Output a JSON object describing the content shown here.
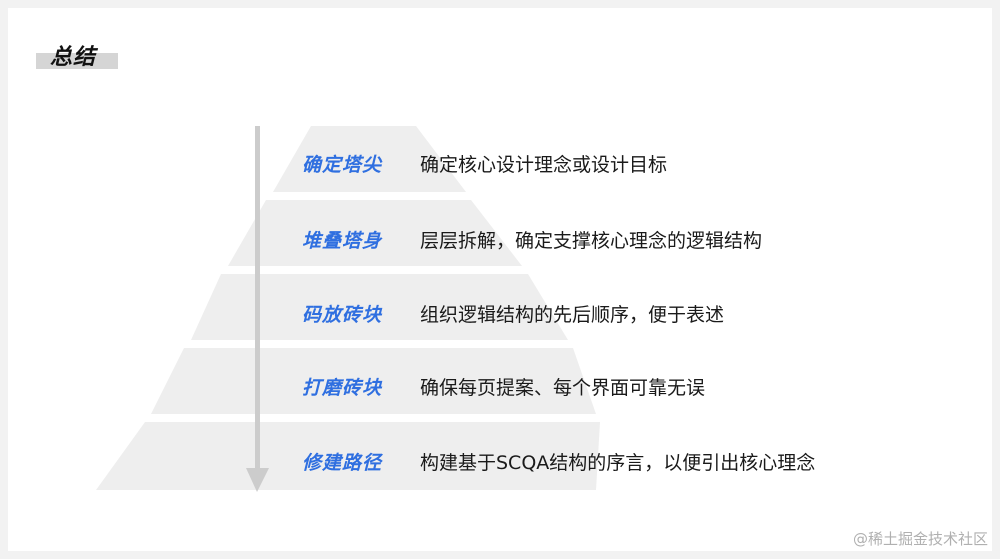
{
  "title": "总结",
  "levels": [
    {
      "label": "确定塔尖",
      "desc": "确定核心设计理念或设计目标"
    },
    {
      "label": "堆叠塔身",
      "desc": "层层拆解，确定支撑核心理念的逻辑结构"
    },
    {
      "label": "码放砖块",
      "desc": "组织逻辑结构的先后顺序，便于表述"
    },
    {
      "label": "打磨砖块",
      "desc": "确保每页提案、每个界面可靠无误"
    },
    {
      "label": "修建路径",
      "desc": "构建基于SCQA结构的序言，以便引出核心理念"
    }
  ],
  "watermark": "@稀土掘金技术社区",
  "colors": {
    "label": "#2f6fe0",
    "pyramid": "#eeeeee",
    "arrow": "#cccccc",
    "title_bar": "#d5d5d5"
  }
}
